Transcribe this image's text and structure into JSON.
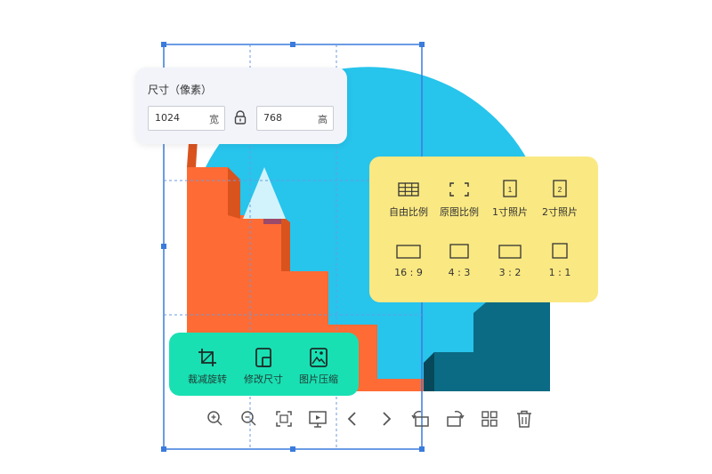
{
  "size_panel": {
    "title": "尺寸（像素）",
    "width_value": "1024",
    "width_unit": "宽",
    "height_value": "768",
    "height_unit": "高"
  },
  "ratio_panel": {
    "items": [
      {
        "label": "自由比例",
        "icon": "grid-icon"
      },
      {
        "label": "原图比例",
        "icon": "frame-corners-icon"
      },
      {
        "label": "1寸照片",
        "icon": "photo-1inch-icon"
      },
      {
        "label": "2寸照片",
        "icon": "photo-2inch-icon"
      },
      {
        "label": "16 : 9",
        "icon": "ratio-16-9-icon"
      },
      {
        "label": "4 : 3",
        "icon": "ratio-4-3-icon"
      },
      {
        "label": "3 : 2",
        "icon": "ratio-3-2-icon"
      },
      {
        "label": "1 : 1",
        "icon": "ratio-1-1-icon"
      }
    ],
    "photo_1_mark": "1",
    "photo_2_mark": "2"
  },
  "tools_panel": {
    "items": [
      {
        "label": "裁减旋转",
        "icon": "crop-rotate-icon"
      },
      {
        "label": "修改尺寸",
        "icon": "resize-icon"
      },
      {
        "label": "图片压缩",
        "icon": "image-compress-icon"
      }
    ]
  },
  "toolbar": {
    "buttons": [
      "zoom-in-icon",
      "zoom-out-icon",
      "fit-screen-icon",
      "slideshow-icon",
      "previous-icon",
      "next-icon",
      "rotate-left-icon",
      "rotate-right-icon",
      "thumbnails-icon",
      "delete-icon"
    ]
  },
  "colors": {
    "sky": "#27c4ec",
    "orange": "#ff6b35",
    "teal_dark": "#0b6b84",
    "tree": "#d2f3fb",
    "selection": "#3a7bdc",
    "yellow_panel": "#fae882",
    "green_panel": "#19e0b3"
  }
}
